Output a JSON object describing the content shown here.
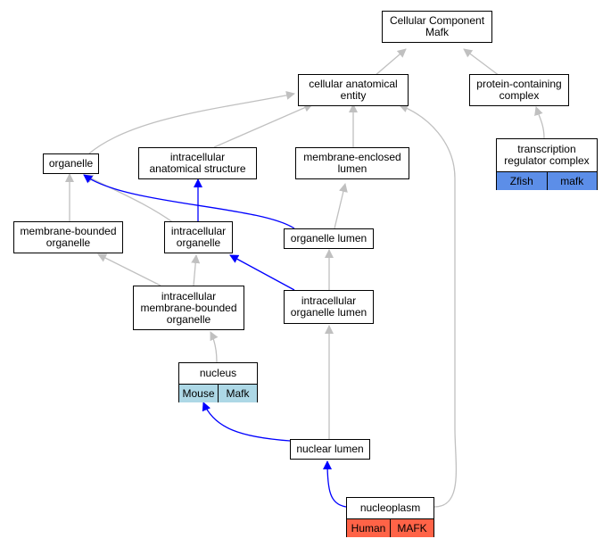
{
  "colors": {
    "gray_edge": "#c0c0c0",
    "blue_edge": "#0000ff",
    "zfish": "#5c8ee8",
    "mouse": "#add8e6",
    "human": "#ff6347"
  },
  "nodes": {
    "cc_mafk": "Cellular Component\nMafk",
    "cellular_anatomical_entity": "cellular anatomical\nentity",
    "protein_containing_complex": "protein-containing\ncomplex",
    "organelle": "organelle",
    "intracellular_anatomical_structure": "intracellular\nanatomical structure",
    "membrane_enclosed_lumen": "membrane-enclosed\nlumen",
    "transcription_regulator_complex": "transcription\nregulator complex",
    "membrane_bounded_organelle": "membrane-bounded\norganelle",
    "intracellular_organelle": "intracellular\norganelle",
    "organelle_lumen": "organelle lumen",
    "intracellular_membrane_bounded_organelle": "intracellular\nmembrane-bounded\norganelle",
    "intracellular_organelle_lumen": "intracellular\norganelle lumen",
    "nucleus": "nucleus",
    "nuclear_lumen": "nuclear lumen",
    "nucleoplasm": "nucleoplasm"
  },
  "tags": {
    "trc_species": "Zfish",
    "trc_gene": "mafk",
    "nucleus_species": "Mouse",
    "nucleus_gene": "Mafk",
    "nucleoplasm_species": "Human",
    "nucleoplasm_gene": "MAFK"
  }
}
